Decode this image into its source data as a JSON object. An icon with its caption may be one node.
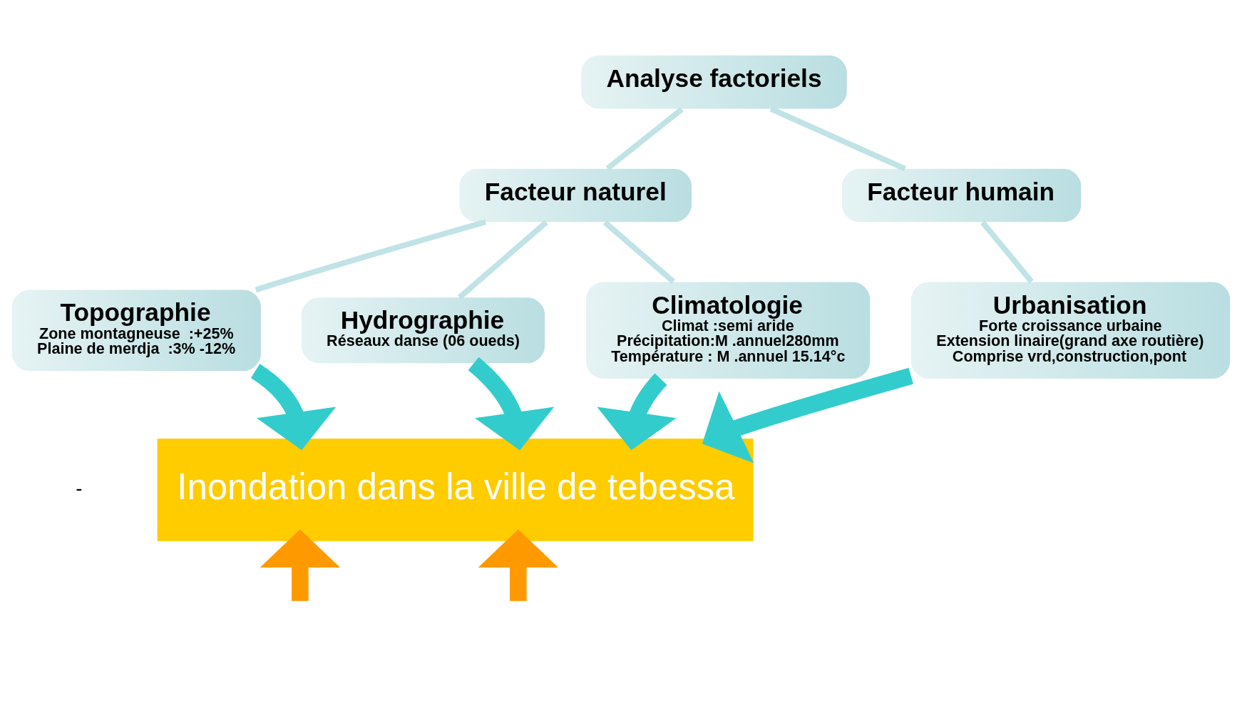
{
  "diagram": {
    "nodes": [
      {
        "text": [
          "Analyse factoriels"
        ]
      },
      {
        "text": [
          "Facteur naturel"
        ]
      },
      {
        "text": [
          "Facteur humain"
        ]
      },
      {
        "text": [
          "Topographie",
          "Zone montagneuse  :+25%",
          "Plaine de merdja  :3% -12%"
        ]
      },
      {
        "text": [
          "Hydrographie",
          "Réseaux danse (06 oueds)"
        ]
      },
      {
        "text": [
          "Climatologie",
          "Climat :semi aride",
          "Précipitation:M .annuel280mm",
          "Température : M .annuel 15.14°c"
        ]
      },
      {
        "text": [
          "Urbanisation",
          "Forte croissance urbaine",
          "Extension linaire(grand axe routière)",
          "Comprise vrd,construction,pont"
        ]
      },
      {
        "text": [
          "Inondation dans la ville de tebessa"
        ]
      }
    ],
    "edges": [
      {
        "from": 0,
        "to": 1,
        "arrow": "none"
      },
      {
        "from": 0,
        "to": 2,
        "arrow": "none"
      },
      {
        "from": 1,
        "to": 3,
        "arrow": "none"
      },
      {
        "from": 1,
        "to": 4,
        "arrow": "none"
      },
      {
        "from": 1,
        "to": 5,
        "arrow": "none"
      },
      {
        "from": 2,
        "to": 6,
        "arrow": "none"
      },
      {
        "from": 3,
        "to": 7,
        "arrow": "to",
        "style": "thick",
        "color": "#33cccc"
      },
      {
        "from": 4,
        "to": 7,
        "arrow": "to",
        "style": "thick",
        "color": "#33cccc"
      },
      {
        "from": 5,
        "to": 7,
        "arrow": "to",
        "style": "thick",
        "color": "#33cccc"
      },
      {
        "from": 6,
        "to": 7,
        "arrow": "to",
        "style": "thick",
        "color": "#33cccc"
      },
      {
        "from": null,
        "to": 7,
        "arrow": "to",
        "style": "thick",
        "color": "#ff9900"
      },
      {
        "from": null,
        "to": 7,
        "arrow": "to",
        "style": "thick",
        "color": "#ff9900"
      }
    ],
    "labels": [
      "-"
    ]
  }
}
